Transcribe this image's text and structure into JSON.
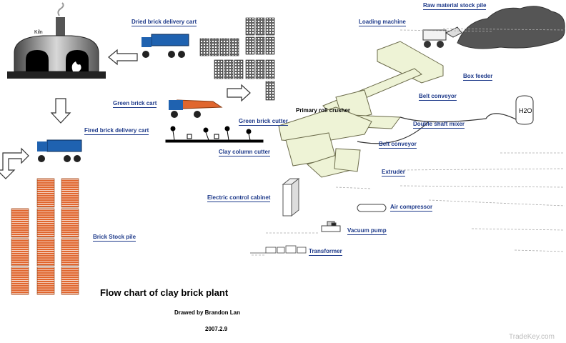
{
  "labels": {
    "kiln": "Kiln",
    "dried_cart": "Dried brick delivery cart",
    "raw_pile": "Raw material stock pile",
    "loading_machine": "Loading machine",
    "box_feeder": "Box feeder",
    "belt_conveyor_1": "Belt conveyor",
    "primary_crusher": "Primary roll crusher",
    "green_cart": "Green brick cart",
    "green_cutter": "Green brick cutter",
    "double_mixer": "Double shaft mixer",
    "h2o": "H2O",
    "fired_cart": "Fired brick delivery cart",
    "belt_conveyor_2": "Belt conveyor",
    "column_cutter": "Clay column cutter",
    "extruder": "Extruder",
    "control_cabinet": "Electric control cabinet",
    "air_compressor": "Air compressor",
    "vacuum_pump": "Vacuum pump",
    "transformer": "Transformer",
    "brick_stock": "Brick Stock pile"
  },
  "title": "Flow chart of clay brick plant",
  "author": "Drawed by Brandon Lan",
  "date": "2007.2.9",
  "watermark": "TradeKey.com",
  "colors": {
    "label_blue": "#1e3a8a",
    "brick": "#e0662e",
    "equipment": "#eef3d6",
    "cart": "#1f62b0"
  }
}
